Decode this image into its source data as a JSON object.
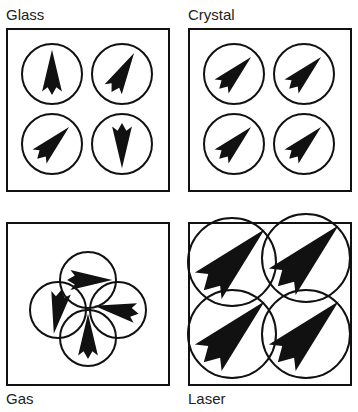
{
  "diagram": {
    "nodes": [
      {
        "text": [
          "Glass"
        ]
      },
      {
        "text": [
          "Crystal"
        ]
      },
      {
        "text": [
          "Gas"
        ]
      },
      {
        "text": [
          "Laser"
        ]
      }
    ]
  }
}
